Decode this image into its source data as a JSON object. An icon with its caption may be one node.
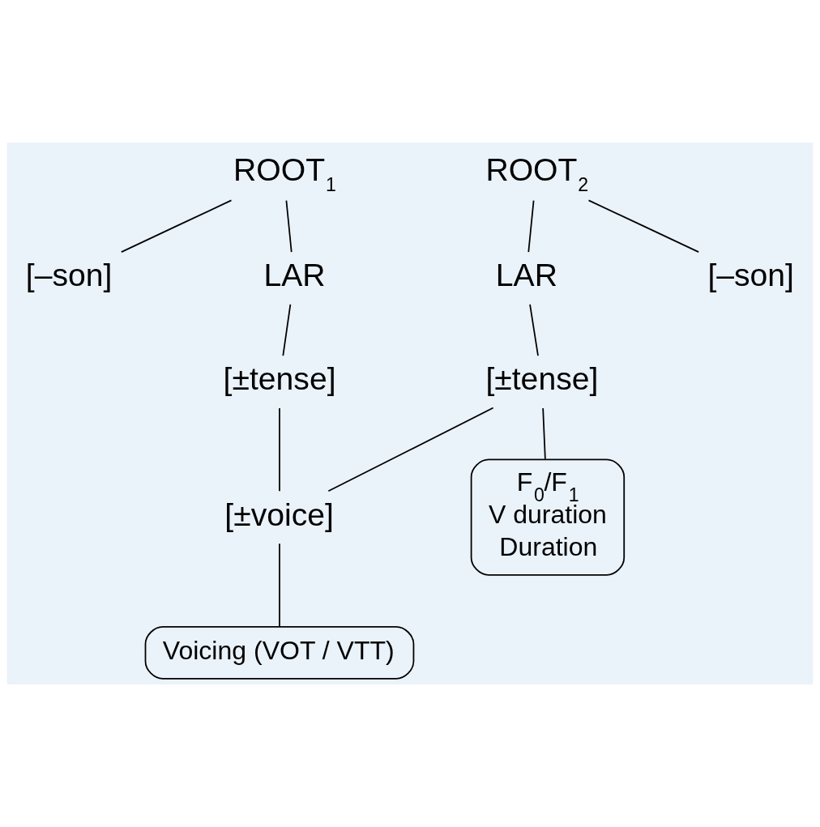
{
  "diagram": {
    "nodes": [
      {
        "text": [
          "ROOT$_{1}$"
        ]
      },
      {
        "text": [
          "ROOT$_{2}$"
        ]
      },
      {
        "text": [
          "[–son]"
        ]
      },
      {
        "text": [
          "[–son]"
        ]
      },
      {
        "text": [
          "LAR"
        ]
      },
      {
        "text": [
          "LAR"
        ]
      },
      {
        "text": [
          "[±tense]"
        ]
      },
      {
        "text": [
          "[±tense]"
        ]
      },
      {
        "text": [
          "F$_{0}$/F$_{1}$",
          "V duration",
          "Duration"
        ]
      },
      {
        "text": [
          "[±voice]"
        ]
      },
      {
        "text": [
          "Voicing (VOT / VTT)"
        ]
      }
    ],
    "edges": [
      {
        "from": 0,
        "to": 2,
        "arrow": "none"
      },
      {
        "from": 0,
        "to": 4,
        "arrow": "none"
      },
      {
        "from": 1,
        "to": 5,
        "arrow": "none"
      },
      {
        "from": 1,
        "to": 3,
        "arrow": "none"
      },
      {
        "from": 4,
        "to": 6,
        "arrow": "none"
      },
      {
        "from": 5,
        "to": 7,
        "arrow": "none"
      },
      {
        "from": 6,
        "to": 9,
        "arrow": "none"
      },
      {
        "from": 7,
        "to": 9,
        "arrow": "none"
      },
      {
        "from": 7,
        "to": 8,
        "arrow": "none"
      },
      {
        "from": 9,
        "to": 10,
        "arrow": "none"
      }
    ]
  }
}
